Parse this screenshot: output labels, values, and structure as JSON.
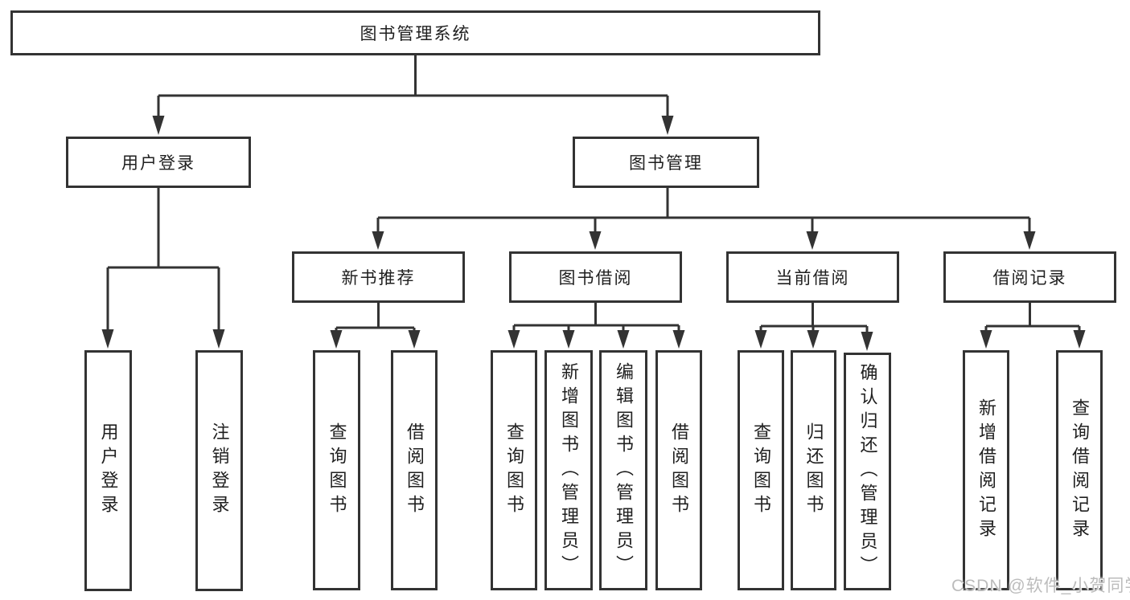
{
  "tree": {
    "root": {
      "label": "图书管理系统",
      "children": [
        {
          "id": "user-login",
          "label": "用户登录",
          "children": [
            {
              "label": "用户登录"
            },
            {
              "label": "注销登录"
            }
          ]
        },
        {
          "id": "book-management",
          "label": "图书管理",
          "children": [
            {
              "id": "new-book-recommend",
              "label": "新书推荐",
              "children": [
                {
                  "label": "查询图书"
                },
                {
                  "label": "借阅图书"
                }
              ]
            },
            {
              "id": "book-borrow",
              "label": "图书借阅",
              "children": [
                {
                  "label": "查询图书"
                },
                {
                  "label": "新增图书（管理员）"
                },
                {
                  "label": "编辑图书（管理员）"
                },
                {
                  "label": "借阅图书"
                }
              ]
            },
            {
              "id": "current-borrow",
              "label": "当前借阅",
              "children": [
                {
                  "label": "查询图书"
                },
                {
                  "label": "归还图书"
                },
                {
                  "label": "确认归还（管理员）"
                }
              ]
            },
            {
              "id": "borrow-records",
              "label": "借阅记录",
              "children": [
                {
                  "label": "新增借阅记录"
                },
                {
                  "label": "查询借阅记录"
                }
              ]
            }
          ]
        }
      ]
    }
  },
  "watermark": "CSDN @软件_小贺同学",
  "colors": {
    "line": "#333333",
    "text": "#1f1f1f",
    "background": "#ffffff",
    "watermark": "#bcbcbc"
  }
}
